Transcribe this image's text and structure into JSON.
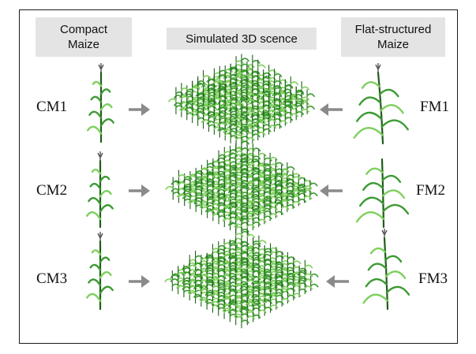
{
  "headers": {
    "compact": [
      "Compact",
      "Maize"
    ],
    "scene": "Simulated 3D scence",
    "flat": [
      "Flat-structured",
      "Maize"
    ]
  },
  "left_labels": [
    "CM1",
    "CM2",
    "CM3"
  ],
  "right_labels": [
    "FM1",
    "FM2",
    "FM3"
  ],
  "colors": {
    "leaf_light": "#7fcf5e",
    "leaf_mid": "#3c9a32",
    "leaf_dark": "#1f5e1a",
    "arrow": "#8a8a8a",
    "header_bg": "#e4e4e4"
  },
  "icons": {
    "arrow_right": "arrow-right-icon",
    "arrow_left": "arrow-left-icon"
  }
}
